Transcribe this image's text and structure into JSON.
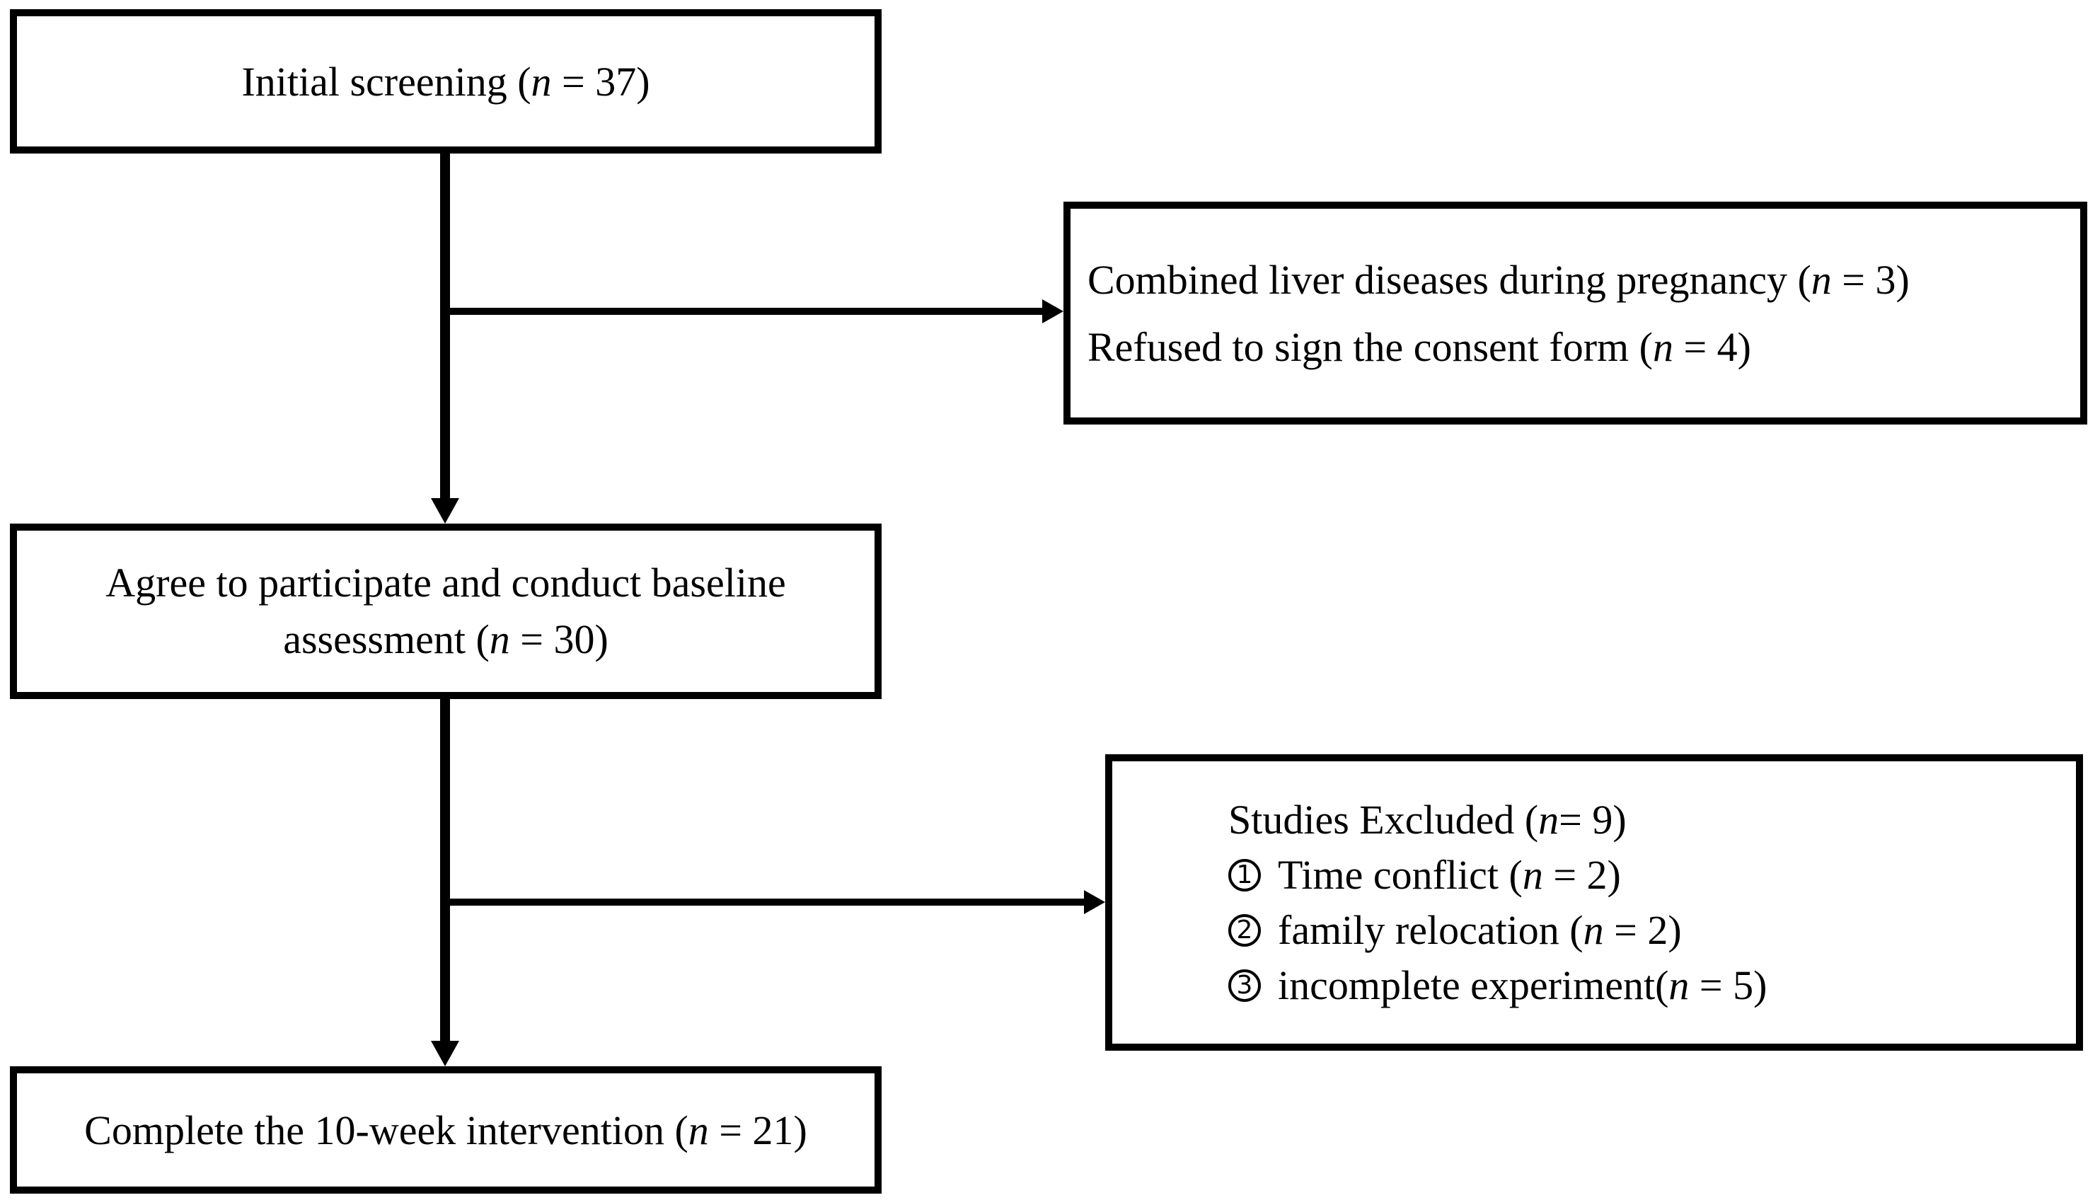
{
  "figure": {
    "type": "participant-flow-diagram",
    "background_color": "#ffffff",
    "line_color": "#000000",
    "nodes": {
      "initial_screening": {
        "text": "Initial screening (n = 37)"
      },
      "excluded_at_screening": {
        "lines": [
          "Combined liver diseases during pregnancy (n = 3)",
          "Refused to sign the consent form (n = 4)"
        ]
      },
      "baseline_assessment": {
        "lines": [
          "Agree to participate and conduct baseline",
          "assessment (n = 30)"
        ]
      },
      "studies_excluded": {
        "title": "Studies Excluded (n = 9)",
        "items": [
          {
            "digit": "1",
            "marker": "①",
            "text": "Time conflict (n = 2)"
          },
          {
            "digit": "2",
            "marker": "②",
            "text": "family relocation (n = 2)"
          },
          {
            "digit": "3",
            "marker": "③",
            "text": "incomplete experiment(n = 5)"
          }
        ]
      },
      "complete_intervention": {
        "text": "Complete the 10-week intervention (n = 21)"
      }
    }
  }
}
